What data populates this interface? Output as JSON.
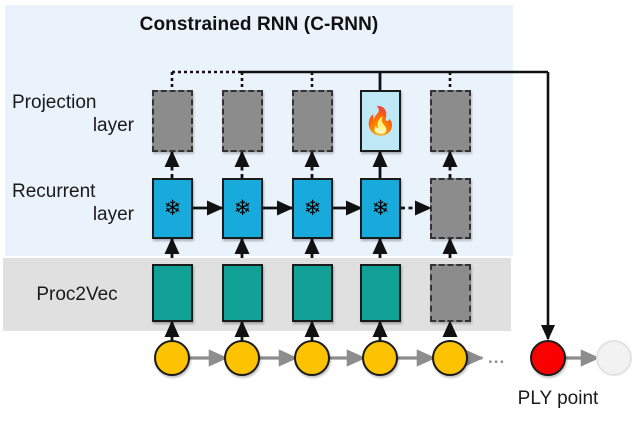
{
  "diagram": {
    "title": "Constrained RNN (C-RNN)",
    "panels": {
      "rnn_panel_name": "Constrained RNN (C-RNN)",
      "proc2vec_panel_name": "Proc2Vec"
    },
    "row_labels": {
      "projection_line1": "Projection",
      "projection_line2": "layer",
      "recurrent_line1": "Recurrent",
      "recurrent_line2": "layer",
      "proc2vec": "Proc2Vec"
    },
    "sequence_ellipsis": "...",
    "ply_label": "PLY point",
    "icons": {
      "frozen": "❄",
      "trainable": "🔥"
    },
    "projection_layer": [
      {
        "id": "proj-1",
        "state": "frozen-gray",
        "icon": ""
      },
      {
        "id": "proj-2",
        "state": "frozen-gray",
        "icon": ""
      },
      {
        "id": "proj-3",
        "state": "frozen-gray",
        "icon": ""
      },
      {
        "id": "proj-4",
        "state": "trainable",
        "icon": "🔥"
      },
      {
        "id": "proj-5",
        "state": "inactive-gray",
        "icon": ""
      }
    ],
    "recurrent_layer": [
      {
        "id": "rec-1",
        "state": "frozen-blue",
        "icon": "❄"
      },
      {
        "id": "rec-2",
        "state": "frozen-blue",
        "icon": "❄"
      },
      {
        "id": "rec-3",
        "state": "frozen-blue",
        "icon": "❄"
      },
      {
        "id": "rec-4",
        "state": "frozen-blue",
        "icon": "❄"
      },
      {
        "id": "rec-5",
        "state": "inactive-gray",
        "icon": ""
      }
    ],
    "proc2vec_layer": [
      {
        "id": "p2v-1",
        "state": "teal"
      },
      {
        "id": "p2v-2",
        "state": "teal"
      },
      {
        "id": "p2v-3",
        "state": "teal"
      },
      {
        "id": "p2v-4",
        "state": "teal"
      },
      {
        "id": "p2v-5",
        "state": "inactive-gray"
      }
    ],
    "sequence_points": [
      {
        "id": "pt-1",
        "state": "observed"
      },
      {
        "id": "pt-2",
        "state": "observed"
      },
      {
        "id": "pt-3",
        "state": "observed"
      },
      {
        "id": "pt-4",
        "state": "observed"
      },
      {
        "id": "pt-5",
        "state": "observed"
      },
      {
        "id": "pt-ply",
        "state": "ply"
      },
      {
        "id": "pt-next",
        "state": "future"
      }
    ],
    "colors": {
      "panel_rnn": "#eaf2fb",
      "panel_proc2vec": "#e0e0e0",
      "gray_box": "#8c8c8c",
      "blue_box": "#18aada",
      "teal_box": "#12a197",
      "flame_box": "#bfe8f7",
      "yellow_point": "#fdc300",
      "red_point": "#fa0000",
      "pale_point": "#f2f2f2",
      "gray_arrow": "#8d8d8d",
      "black_arrow": "#111111"
    }
  }
}
